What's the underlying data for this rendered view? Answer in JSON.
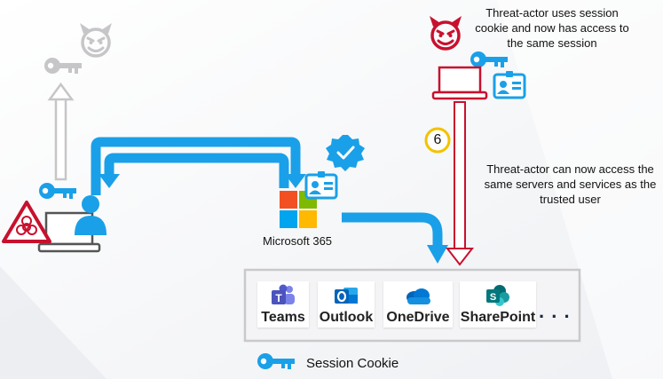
{
  "notes": {
    "threat_actor_session": "Threat-actor uses session cookie and now has access to the same session",
    "threat_actor_access": "Threat-actor can now access the same servers and services as the trusted user"
  },
  "step_number": "6",
  "m365_label": "Microsoft 365",
  "apps": [
    {
      "name": "Teams",
      "icon": "teams-icon"
    },
    {
      "name": "Outlook",
      "icon": "outlook-icon"
    },
    {
      "name": "OneDrive",
      "icon": "onedrive-icon"
    },
    {
      "name": "SharePoint",
      "icon": "sharepoint-icon"
    }
  ],
  "ellipsis": ". . .",
  "legend": {
    "label": "Session Cookie",
    "icon": "key-icon"
  },
  "colors": {
    "accent_blue": "#1aa0e8",
    "threat_red": "#c8102e",
    "ghost_gray": "#c6c6c8",
    "step_circle": "#f2c200"
  }
}
